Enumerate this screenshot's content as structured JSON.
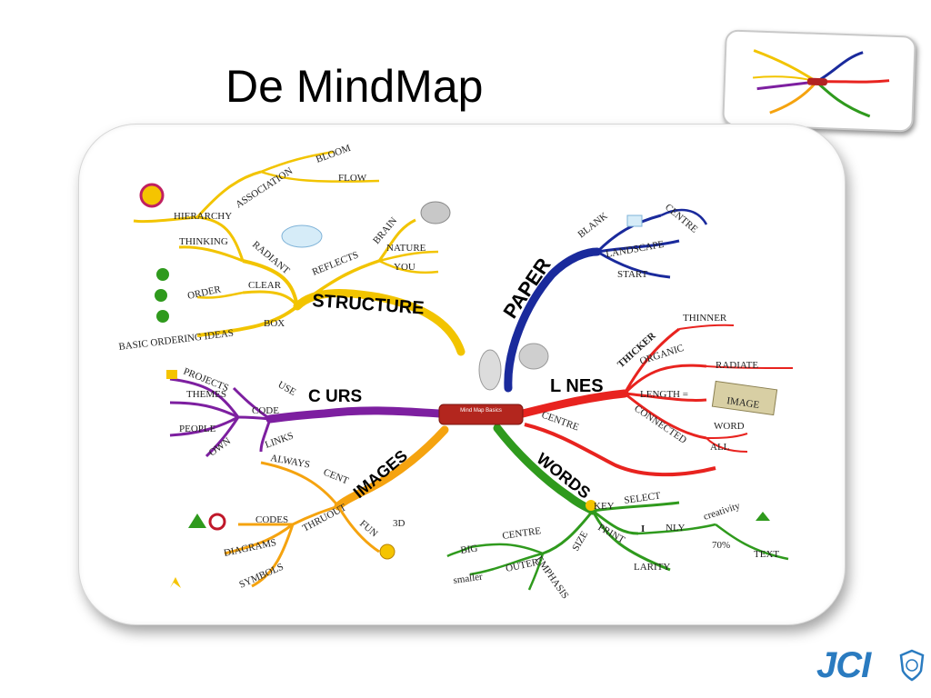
{
  "slide": {
    "title": "De MindMap"
  },
  "logo": {
    "text": "JCI"
  },
  "mindmap": {
    "center": "Mind Map Basics",
    "branches": {
      "structure": {
        "name": "STRUCTURE",
        "color": "#f2c400",
        "items": [
          "HIERARCHY",
          "ASSOCIATION",
          "BLOOM",
          "FLOW",
          "THINKING",
          "RADIANT",
          "REFLECTS",
          "BRAIN",
          "NATURE",
          "YOU",
          "ORDER",
          "CLEAR",
          "BOX",
          "BASIC ORDERING IDEAS"
        ]
      },
      "paper": {
        "name": "PAPER",
        "color": "#1a2a9c",
        "items": [
          "BLANK",
          "CENTRE",
          "LANDSCAPE",
          "START"
        ]
      },
      "lines": {
        "name": "L NES",
        "color": "#e8231f",
        "items": [
          "THICKER",
          "THINNER",
          "ORGANIC",
          "RADIATE",
          "LENGTH =",
          "IMAGE",
          "WORD",
          "CONNECTED",
          "ALL",
          "CENTRE"
        ]
      },
      "colours": {
        "name": "C URS",
        "color": "#7d1fa0",
        "items": [
          "PROJECTS",
          "THEMES",
          "USE",
          "CODE",
          "PEOPLE",
          "OWN",
          "LINKS"
        ]
      },
      "images": {
        "name": "IMAGES",
        "color": "#f5a30f",
        "items": [
          "ALWAYS",
          "CENT",
          "THRUOUT",
          "CODES",
          "DIAGRAMS",
          "SYMBOLS",
          "FUN",
          "3D"
        ]
      },
      "words": {
        "name": "WORDS",
        "color": "#2f9a1d",
        "items": [
          "KEY",
          "SELECT",
          "NLY",
          "creativity",
          "SIZE",
          "CENTRE",
          "BIG",
          "OUTER",
          "smaller",
          "EMPHASIS",
          "PRINT",
          "LARITY",
          "70%",
          "TEXT",
          "I"
        ]
      }
    }
  }
}
